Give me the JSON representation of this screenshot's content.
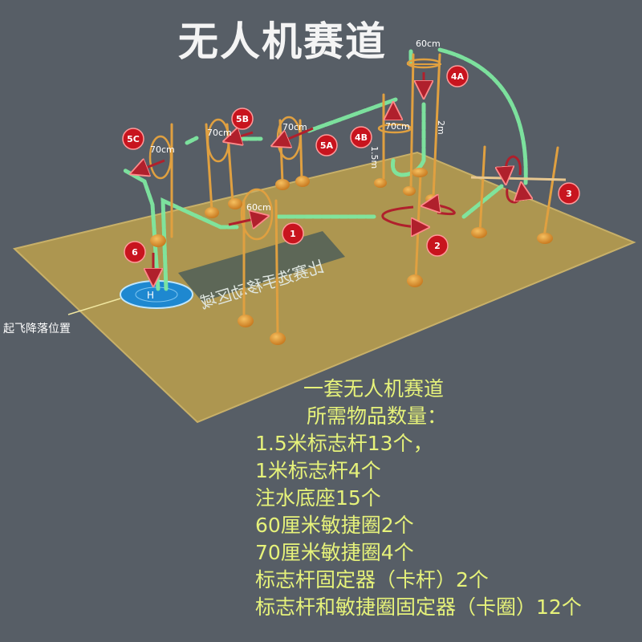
{
  "title": "无人机赛道",
  "colors": {
    "background": "#575e66",
    "floor": "#ad9650",
    "floor_edge": "#c8b068",
    "pole": "#e0a040",
    "path": "#7ee8a0",
    "badge": "#c8141e",
    "arrow": "#b0202c",
    "list_text": "#e6f27a",
    "landing_pad": "#1e88d0"
  },
  "scene": {
    "takeoff_label": "起飞降落位置",
    "zone_label": "比赛选手移动区域",
    "gates": [
      {
        "id": "1",
        "badge": "1",
        "size_label": "60cm"
      },
      {
        "id": "2",
        "badge": "2"
      },
      {
        "id": "3",
        "badge": "3"
      },
      {
        "id": "4A",
        "badge": "4A",
        "size_label": "60cm",
        "height_label": "2m"
      },
      {
        "id": "4B",
        "badge": "4B",
        "size_label": "70cm",
        "height_label": "1.5m"
      },
      {
        "id": "5A",
        "badge": "5A",
        "size_label": "70cm"
      },
      {
        "id": "5B",
        "badge": "5B",
        "size_label": "70cm"
      },
      {
        "id": "5C",
        "badge": "5C",
        "size_label": "70cm"
      },
      {
        "id": "6",
        "badge": "6"
      }
    ]
  },
  "materials": {
    "heading_line1": "一套无人机赛道",
    "heading_line2": "所需物品数量：",
    "items": [
      "1.5米标志杆13个，",
      "1米标志杆4个",
      "注水底座15个",
      "60厘米敏捷圈2个",
      "70厘米敏捷圈4个",
      "标志杆固定器（卡杆）2个",
      "标志杆和敏捷圈固定器（卡圈）12个"
    ]
  }
}
